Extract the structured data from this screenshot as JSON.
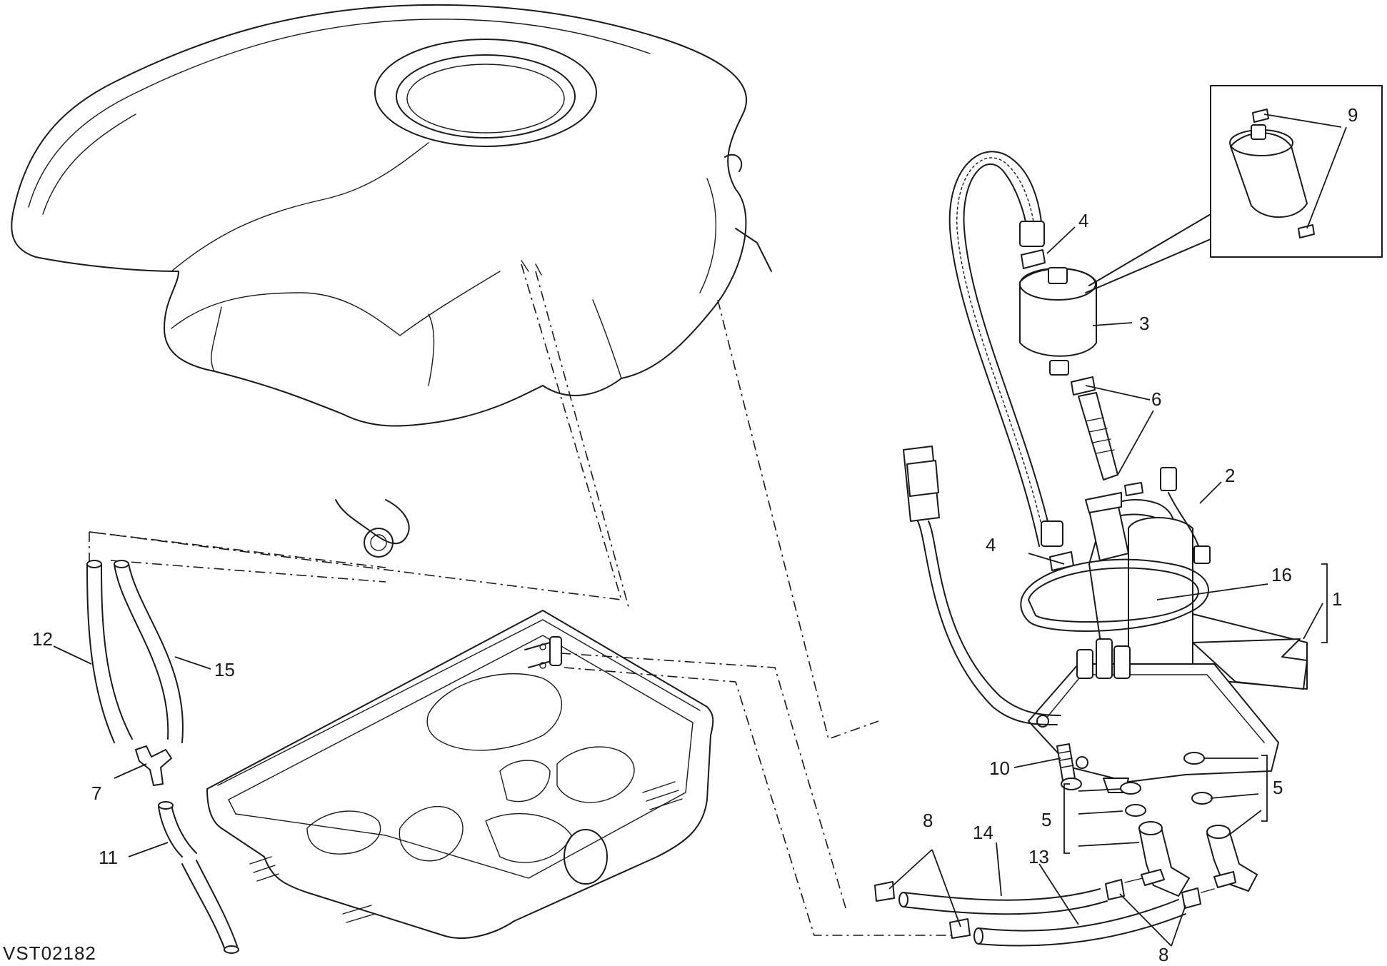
{
  "drawing": {
    "code": "VST02182"
  },
  "callouts": {
    "c1": "1",
    "c2": "2",
    "c3": "3",
    "c4a": "4",
    "c4b": "4",
    "c5a": "5",
    "c5b": "5",
    "c6": "6",
    "c7": "7",
    "c8a": "8",
    "c8b": "8",
    "c9": "9",
    "c10": "10",
    "c11": "11",
    "c12": "12",
    "c13": "13",
    "c14": "14",
    "c15": "15",
    "c16": "16"
  }
}
